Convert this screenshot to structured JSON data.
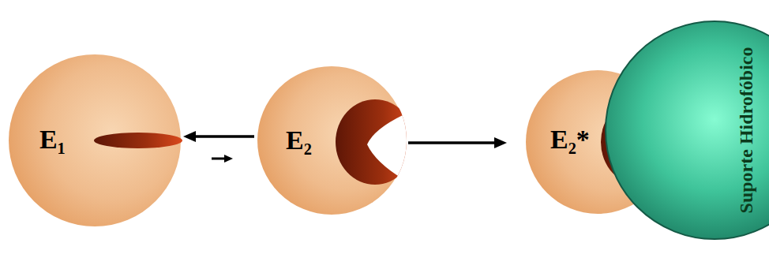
{
  "diagram": {
    "nodes": [
      {
        "text": [
          "E₁"
        ]
      },
      {
        "text": [
          "E₂"
        ]
      },
      {
        "text": [
          "E₂*"
        ]
      },
      {
        "text": [
          "Suporte Hidrofóbico"
        ]
      }
    ],
    "edges": [
      {
        "from": 1,
        "to": 0,
        "arrow": "to"
      },
      {
        "from": 0,
        "to": 1,
        "arrow": "to"
      },
      {
        "from": 1,
        "to": 2,
        "arrow": "to"
      }
    ]
  }
}
